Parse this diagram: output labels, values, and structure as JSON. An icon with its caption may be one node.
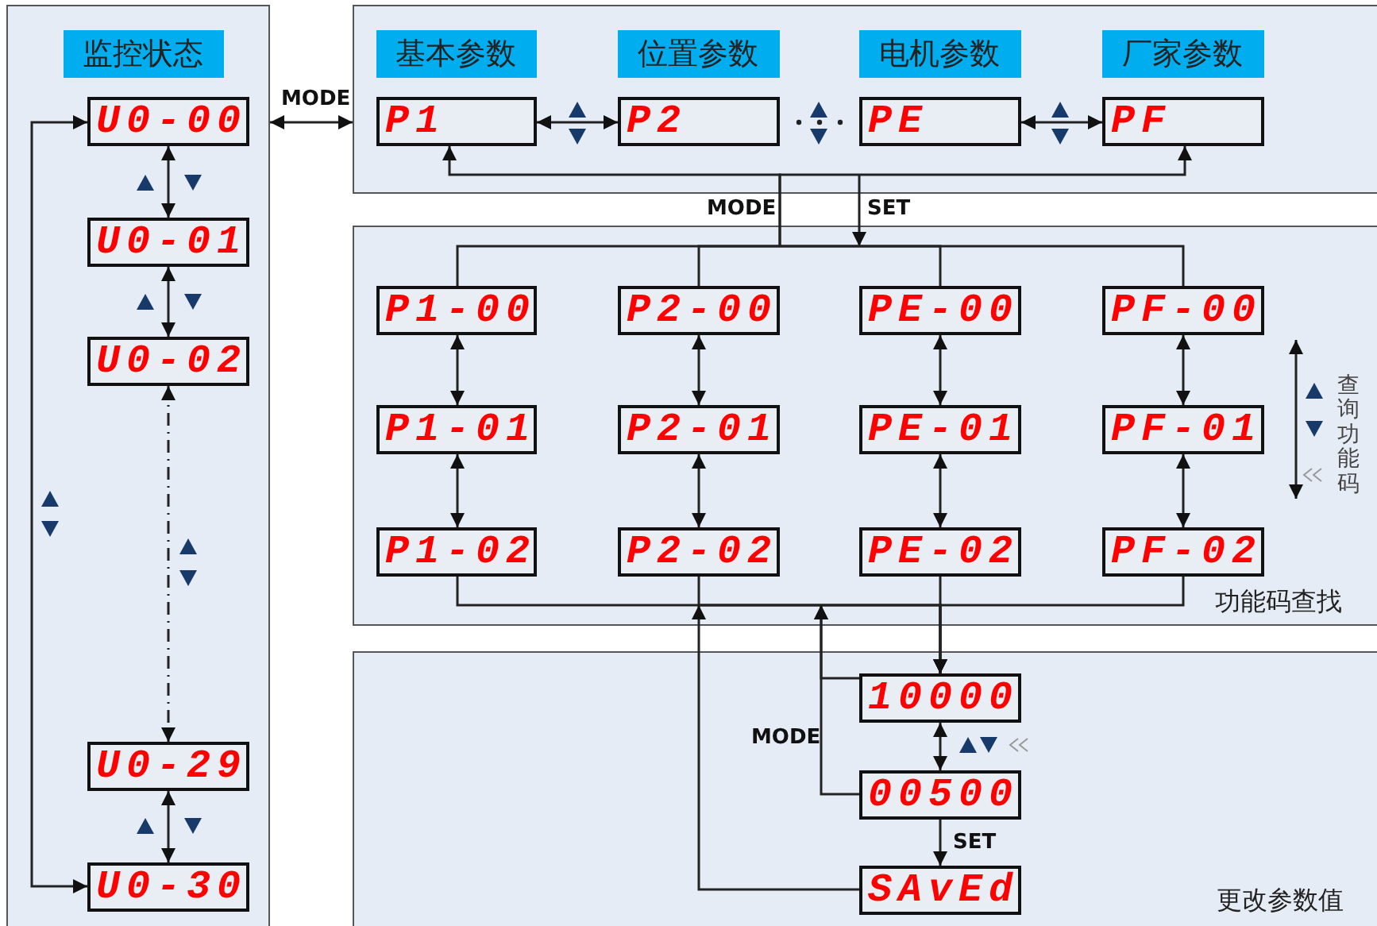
{
  "diagram": {
    "nodes": [
      {
        "text": [],
        "shape": "box"
      },
      {
        "text": [
          "U0-00"
        ],
        "in": 0
      },
      {
        "text": [
          "U0-01"
        ],
        "in": 0
      },
      {
        "text": [
          "U0-02"
        ],
        "in": 0
      },
      {
        "text": [
          "U0-29"
        ],
        "in": 0
      },
      {
        "text": [
          "U0-30"
        ],
        "in": 0
      },
      {
        "text": [],
        "shape": "box"
      },
      {
        "text": [
          "基本参数"
        ],
        "in": 6
      },
      {
        "text": [
          "位置参数"
        ],
        "in": 6
      },
      {
        "text": [
          "电机参数"
        ],
        "in": 6
      },
      {
        "text": [
          "厂家参数"
        ],
        "in": 6
      },
      {
        "text": [
          "P1"
        ],
        "in": 6
      },
      {
        "text": [
          "P2"
        ],
        "in": 6
      },
      {
        "text": [
          "PE"
        ],
        "in": 6
      },
      {
        "text": [
          "PF"
        ],
        "in": 6
      },
      {
        "text": [
          "功能码查找"
        ]
      },
      {
        "text": [
          "P1-00"
        ],
        "in": 15
      },
      {
        "text": [
          "P2-00"
        ],
        "in": 15
      },
      {
        "text": [
          "PE-00"
        ],
        "in": 15
      },
      {
        "text": [
          "PF-00"
        ],
        "in": 15
      },
      {
        "text": [
          "P1-01"
        ],
        "in": 15
      },
      {
        "text": [
          "P2-01"
        ],
        "in": 15
      },
      {
        "text": [
          "PE-01"
        ],
        "in": 15
      },
      {
        "text": [
          "PF-01"
        ],
        "in": 15
      },
      {
        "text": [
          "P1-02"
        ],
        "in": 15
      },
      {
        "text": [
          "P2-02"
        ],
        "in": 15
      },
      {
        "text": [
          "PE-02"
        ],
        "in": 15
      },
      {
        "text": [
          "PF-02"
        ],
        "in": 15
      },
      {
        "text": [
          "更改参数值"
        ]
      },
      {
        "text": [
          "10000"
        ],
        "in": 28
      },
      {
        "text": [
          "00500"
        ],
        "in": 28
      },
      {
        "text": [
          "SAvEd"
        ],
        "in": 28
      },
      {
        "text": [
          "监控状态"
        ],
        "in": 0
      }
    ],
    "edges": [
      {
        "from": 0,
        "to": 6,
        "arrow": "both",
        "label": "MODE"
      },
      {
        "from": 1,
        "to": 2,
        "arrow": "both"
      },
      {
        "from": 2,
        "to": 3,
        "arrow": "both"
      },
      {
        "from": 3,
        "to": 4,
        "arrow": "both",
        "style": "dashed"
      },
      {
        "from": 4,
        "to": 5,
        "arrow": "both"
      },
      {
        "from": 5,
        "to": 1,
        "arrow": "both"
      },
      {
        "from": 11,
        "to": 12,
        "arrow": "both"
      },
      {
        "from": 13,
        "to": 14,
        "arrow": "both"
      },
      {
        "from": 15,
        "to": 11,
        "arrow": "to",
        "label": "MODE"
      },
      {
        "from": 15,
        "to": 14,
        "arrow": "to"
      },
      {
        "from": 6,
        "to": 15,
        "arrow": "to",
        "label": "SET"
      },
      {
        "from": 15,
        "to": 16,
        "arrow": "none"
      },
      {
        "from": 15,
        "to": 17,
        "arrow": "none"
      },
      {
        "from": 15,
        "to": 18,
        "arrow": "none"
      },
      {
        "from": 15,
        "to": 19,
        "arrow": "none"
      },
      {
        "from": 16,
        "to": 20,
        "arrow": "both"
      },
      {
        "from": 20,
        "to": 24,
        "arrow": "both"
      },
      {
        "from": 17,
        "to": 21,
        "arrow": "both"
      },
      {
        "from": 21,
        "to": 25,
        "arrow": "both"
      },
      {
        "from": 18,
        "to": 22,
        "arrow": "both"
      },
      {
        "from": 22,
        "to": 26,
        "arrow": "both"
      },
      {
        "from": 19,
        "to": 23,
        "arrow": "both"
      },
      {
        "from": 23,
        "to": 27,
        "arrow": "both"
      },
      {
        "from": 26,
        "to": 29,
        "arrow": "to"
      },
      {
        "from": 24,
        "to": 29,
        "arrow": "to"
      },
      {
        "from": 25,
        "to": 29,
        "arrow": "to"
      },
      {
        "from": 27,
        "to": 29,
        "arrow": "to"
      },
      {
        "from": 29,
        "to": 30,
        "arrow": "both"
      },
      {
        "from": 30,
        "to": 31,
        "arrow": "to",
        "label": "SET"
      },
      {
        "from": 29,
        "to": 15,
        "arrow": "to"
      },
      {
        "from": 30,
        "to": 15,
        "arrow": "to",
        "label": "MODE"
      },
      {
        "from": 31,
        "to": 15,
        "arrow": "to"
      }
    ],
    "labels": [
      "查询功能码"
    ]
  }
}
